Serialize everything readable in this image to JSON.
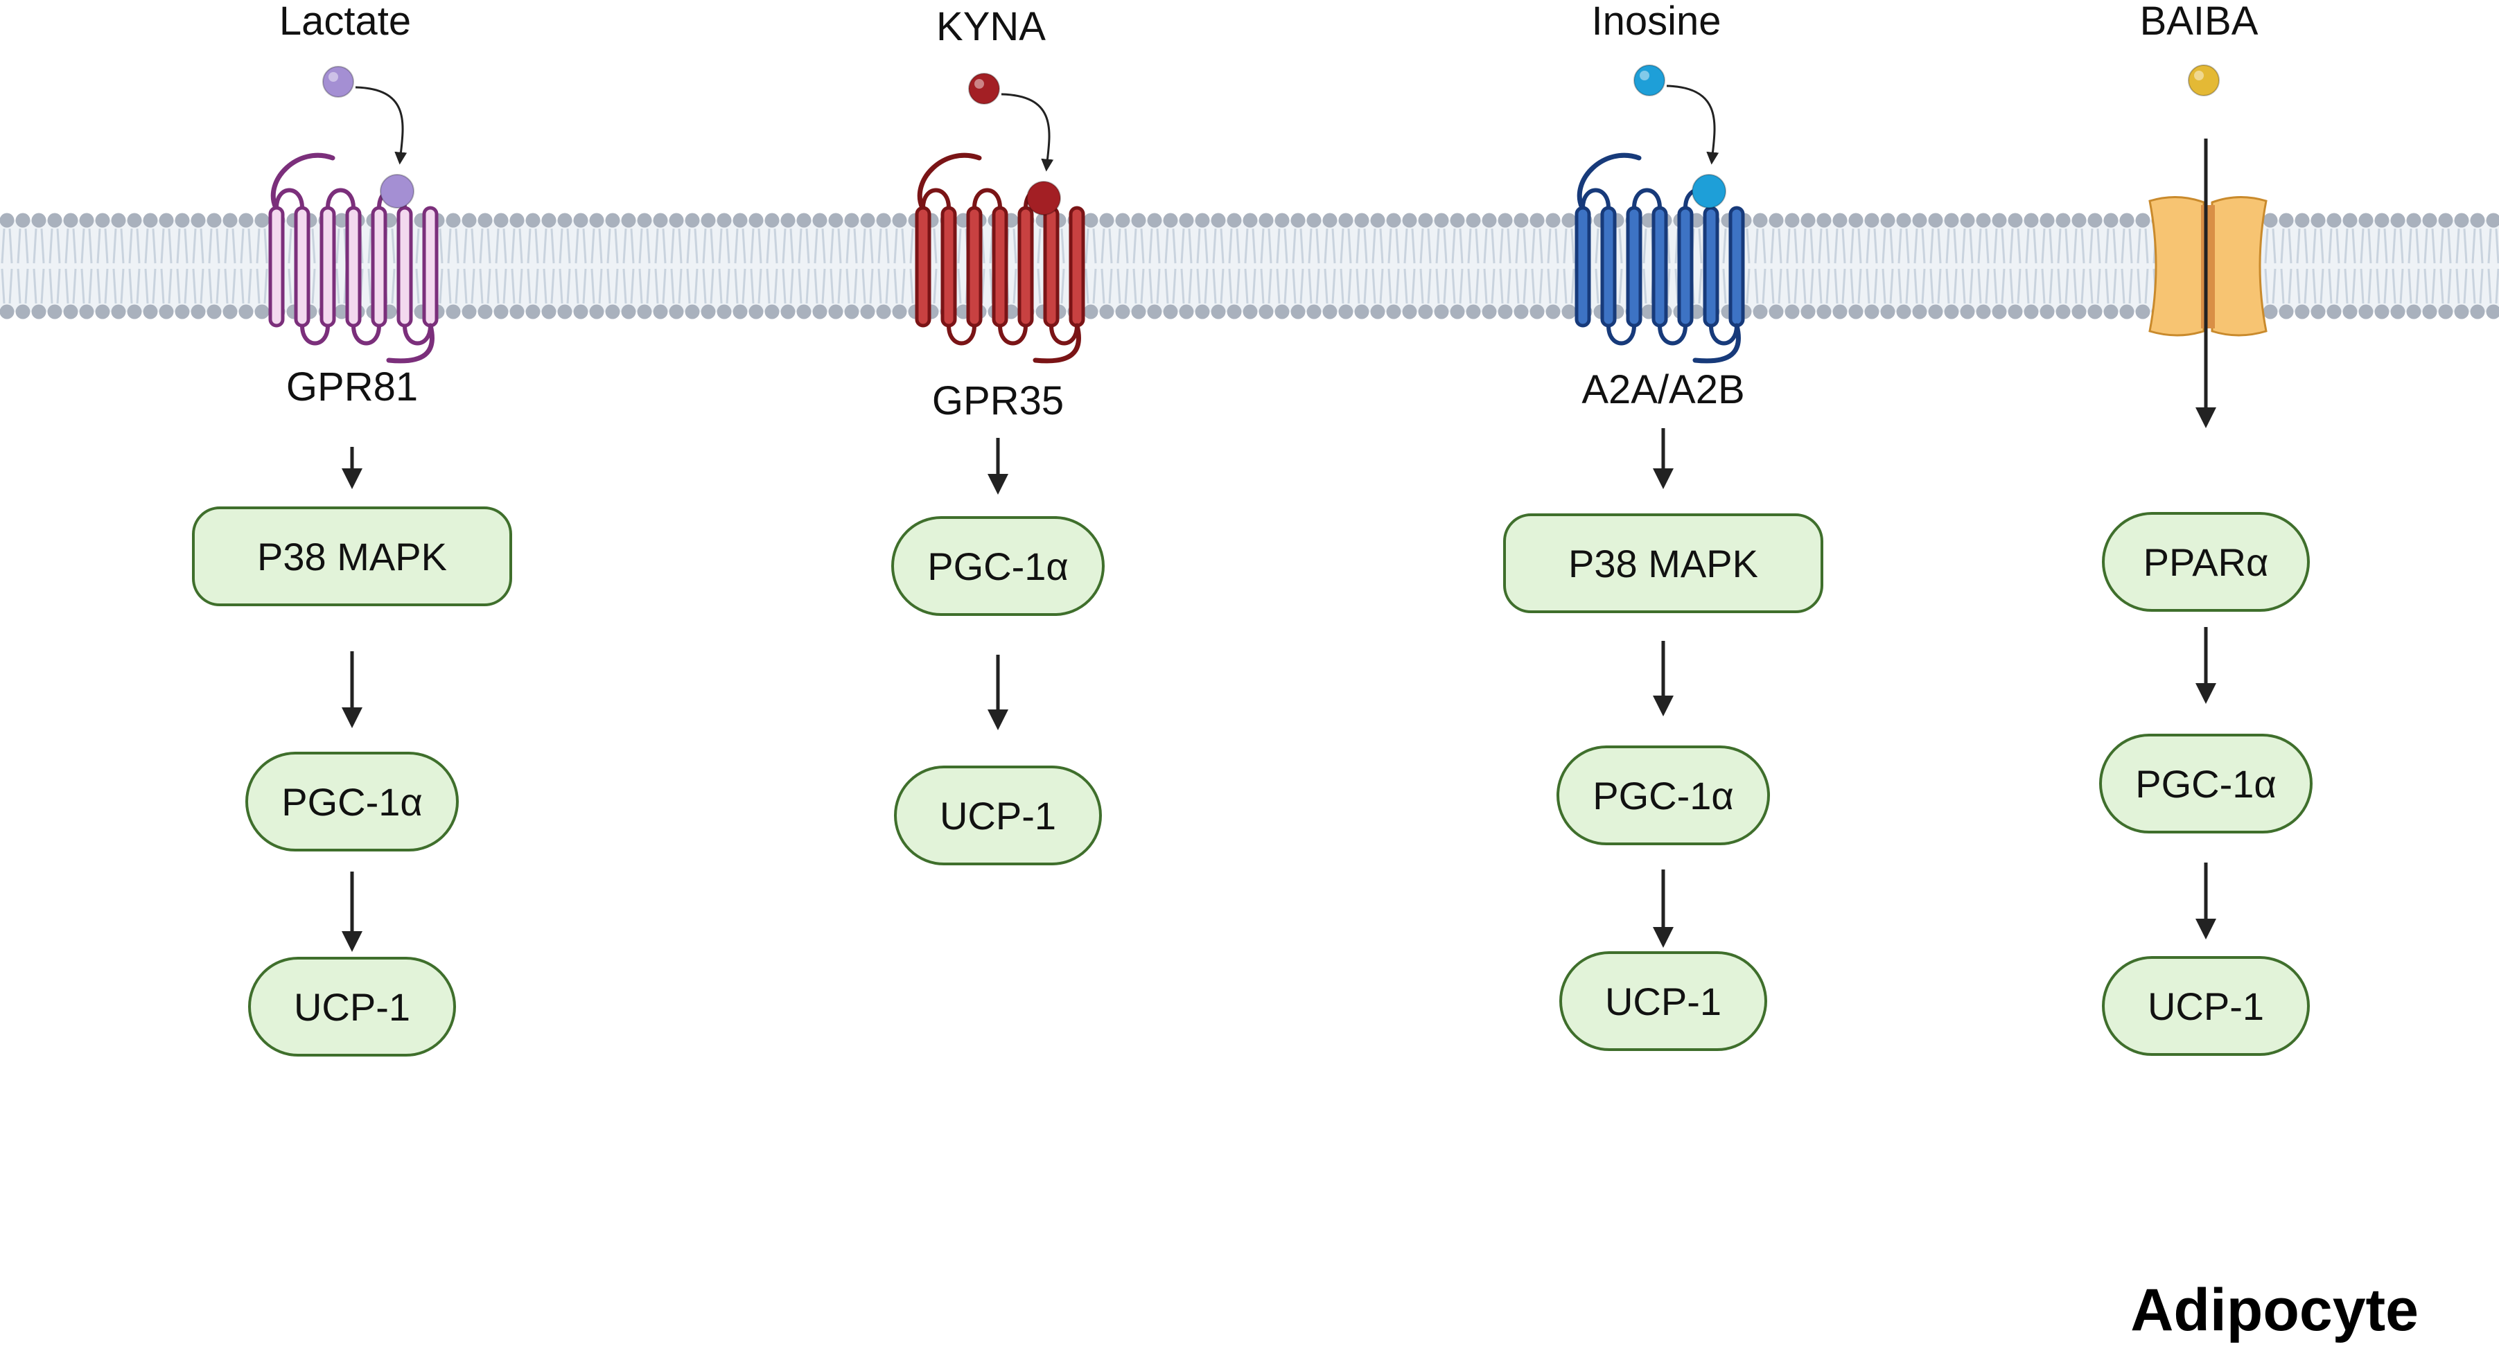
{
  "diagram": {
    "cell_label": "Adipocyte",
    "membrane_colors": {
      "head": "#a9b1bd",
      "tail": "#c9d3de",
      "band": "#eef2f6"
    },
    "node_colors": {
      "fill": "#e2f3d9",
      "stroke": "#3f6f2c"
    },
    "pathways": [
      {
        "ligand": "Lactate",
        "ligand_color": "#a48fd3",
        "receptor": "GPR81",
        "receptor_type": "gpcr",
        "receptor_fill": "#f3d9ef",
        "receptor_stroke": "#7b2f7b",
        "nodes": [
          "P38 MAPK",
          "PGC-1α",
          "UCP-1"
        ]
      },
      {
        "ligand": "KYNA",
        "ligand_color": "#a31f24",
        "receptor": "GPR35",
        "receptor_type": "gpcr",
        "receptor_fill": "#c84141",
        "receptor_stroke": "#7a1416",
        "nodes": [
          "PGC-1α",
          "UCP-1"
        ]
      },
      {
        "ligand": "Inosine",
        "ligand_color": "#1e9fd8",
        "receptor": "A2A/A2B",
        "receptor_type": "gpcr",
        "receptor_fill": "#3d73c4",
        "receptor_stroke": "#173a7a",
        "nodes": [
          "P38 MAPK",
          "PGC-1α",
          "UCP-1"
        ]
      },
      {
        "ligand": "BAIBA",
        "ligand_color": "#e4b935",
        "receptor": "",
        "receptor_type": "transporter",
        "receptor_fill": "#f7c472",
        "receptor_stroke": "#c98a2c",
        "nodes": [
          "PPARα",
          "PGC-1α",
          "UCP-1"
        ]
      }
    ]
  }
}
